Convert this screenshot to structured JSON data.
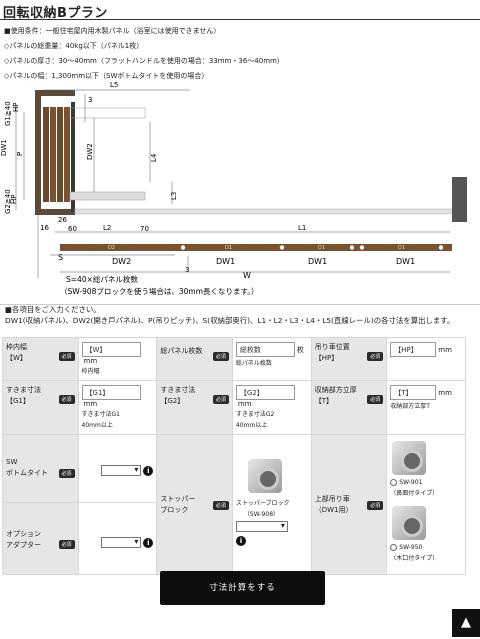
{
  "page": {
    "title": "回転収納Bプラン"
  },
  "conditions": [
    "■使用条件：一般住宅屋内用木製パネル（浴室には使用できません）",
    "◇パネルの総重量：40kg以下（パネル1枚）",
    "◇パネルの厚さ：30～40mm（フラットハンドルを使用の場合：33mm・36～40mm）",
    "◇パネルの幅：1,300mm以下（SWボトムタイトを使用の場合）"
  ],
  "diagram": {
    "labels": {
      "l5": "L5",
      "hp": "HP",
      "g1": "G1≧40",
      "dw1": "DW1",
      "p": "P",
      "dw2": "DW2",
      "l4": "L4",
      "l3": "L3",
      "g2": "G2≧40",
      "hp2": "HP",
      "n16": "16",
      "n26": "26",
      "n60": "60",
      "l2": "L2",
      "n70": "70",
      "l1": "L1",
      "n3": "3",
      "n3b": "3",
      "w": "W",
      "s": "S",
      "seg_dw2": "DW2",
      "seg_dw1a": "DW1",
      "seg_dw1b": "DW1",
      "seg_dw1c": "DW1",
      "seg_d2": "D2",
      "seg_d1a": "D1",
      "seg_d1b": "D1",
      "seg_d1c": "D1"
    },
    "note_lines": [
      "S=40×総パネル枚数",
      "（SW-908ブロックを使う場合は、30mm長くなります。）"
    ]
  },
  "instructions": {
    "line1": "■各項目をご入力ください。",
    "line2": "DW1(収納パネル)、DW2(開き戸パネル)、P(吊りピッチ)、S(収納部奥行)、L1・L2・L3・L4・L5(直線レール)の各寸法を算出します。"
  },
  "form": {
    "required_label": "必須",
    "unit_mm": "mm",
    "unit_mai": "枚",
    "waku_haba": {
      "label_line1": "枠内幅",
      "label_line2": "【W】",
      "placeholder": "【W】",
      "sub": "枠内幅"
    },
    "panel_count": {
      "label": "総パネル枚数",
      "placeholder": "総枚数",
      "sub": "総パネル枚数"
    },
    "hp": {
      "label_line1": "吊り車位置",
      "label_line2": "【HP】",
      "placeholder": "【HP】"
    },
    "g1": {
      "label_line1": "すきま寸法",
      "label_line2": "【G1】",
      "placeholder": "【G1】",
      "sub_line1": "すきま寸法G1",
      "sub_line2": "40mm以上"
    },
    "g2": {
      "label_line1": "すきま寸法",
      "label_line2": "【G2】",
      "placeholder": "【G2】",
      "sub_line1": "すきま寸法G2",
      "sub_line2": "40mm以上"
    },
    "t": {
      "label_line1": "収納部方立厚",
      "label_line2": "【T】",
      "placeholder": "【T】",
      "sub": "収納部方立厚T"
    },
    "sw": {
      "label_line1": "SW",
      "label_line2": "ボトムタイト"
    },
    "stopper": {
      "label_line1": "ストッパー",
      "label_line2": "ブロック",
      "caption_line1": "ストッパーブロック",
      "caption_line2": "（SW-908）"
    },
    "hanger": {
      "label_line1": "上部吊り車",
      "label_line2": "（DW1用）",
      "opt1_line1": "SW-901",
      "opt1_line2": "（鼻面付タイプ）",
      "opt2_line1": "SW-950",
      "opt2_line2": "（木口付タイプ）"
    },
    "option": {
      "label_line1": "オプション",
      "label_line2": "アダプター"
    },
    "submit_label": "寸法計算をする",
    "info_glyph": "i"
  },
  "top_button": {
    "glyph": "▲"
  }
}
